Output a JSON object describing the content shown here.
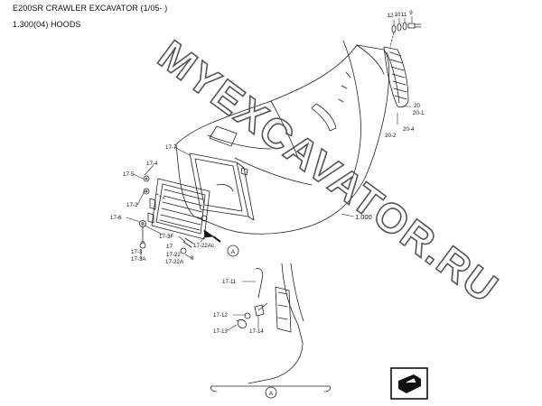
{
  "header": {
    "title": "E200SR CRAWLER EXCAVATOR (1/05- )",
    "subtitle": "1.300(04) HOODS"
  },
  "watermark": {
    "text": "MYEXCAVATOR.RU"
  },
  "callouts": {
    "p12": "12",
    "p10": "10",
    "p11": "11",
    "p9": "9",
    "p20": "20",
    "p20_1": "20-1",
    "p20_2": "20-2",
    "p20_4": "20-4",
    "p1000": "1.000",
    "p17_7": "17-7",
    "p17_4": "17-4",
    "p17_5": "17-5",
    "p17_2": "17-2",
    "p17_6": "17-6",
    "p17_3": "17-3",
    "p17_3A": "17-3A",
    "p17_3F": "17-3F",
    "p17": "17",
    "p17_22": "17-22",
    "p17_22A": "17-22A",
    "p17_22Ac": "17-22Ac",
    "p8": "8",
    "p17_11": "17-11",
    "p17_12": "17-12",
    "p17_13": "17-13",
    "p17_14": "17-14",
    "view_marker": "A",
    "view_marker_bottom": "A"
  },
  "colors": {
    "line": "#222222",
    "watermark_stroke": "#555555",
    "background": "#ffffff"
  },
  "icons": {
    "corner_nav": "nav-arrow-box-icon",
    "direction_arrow": "view-arrow-icon"
  }
}
